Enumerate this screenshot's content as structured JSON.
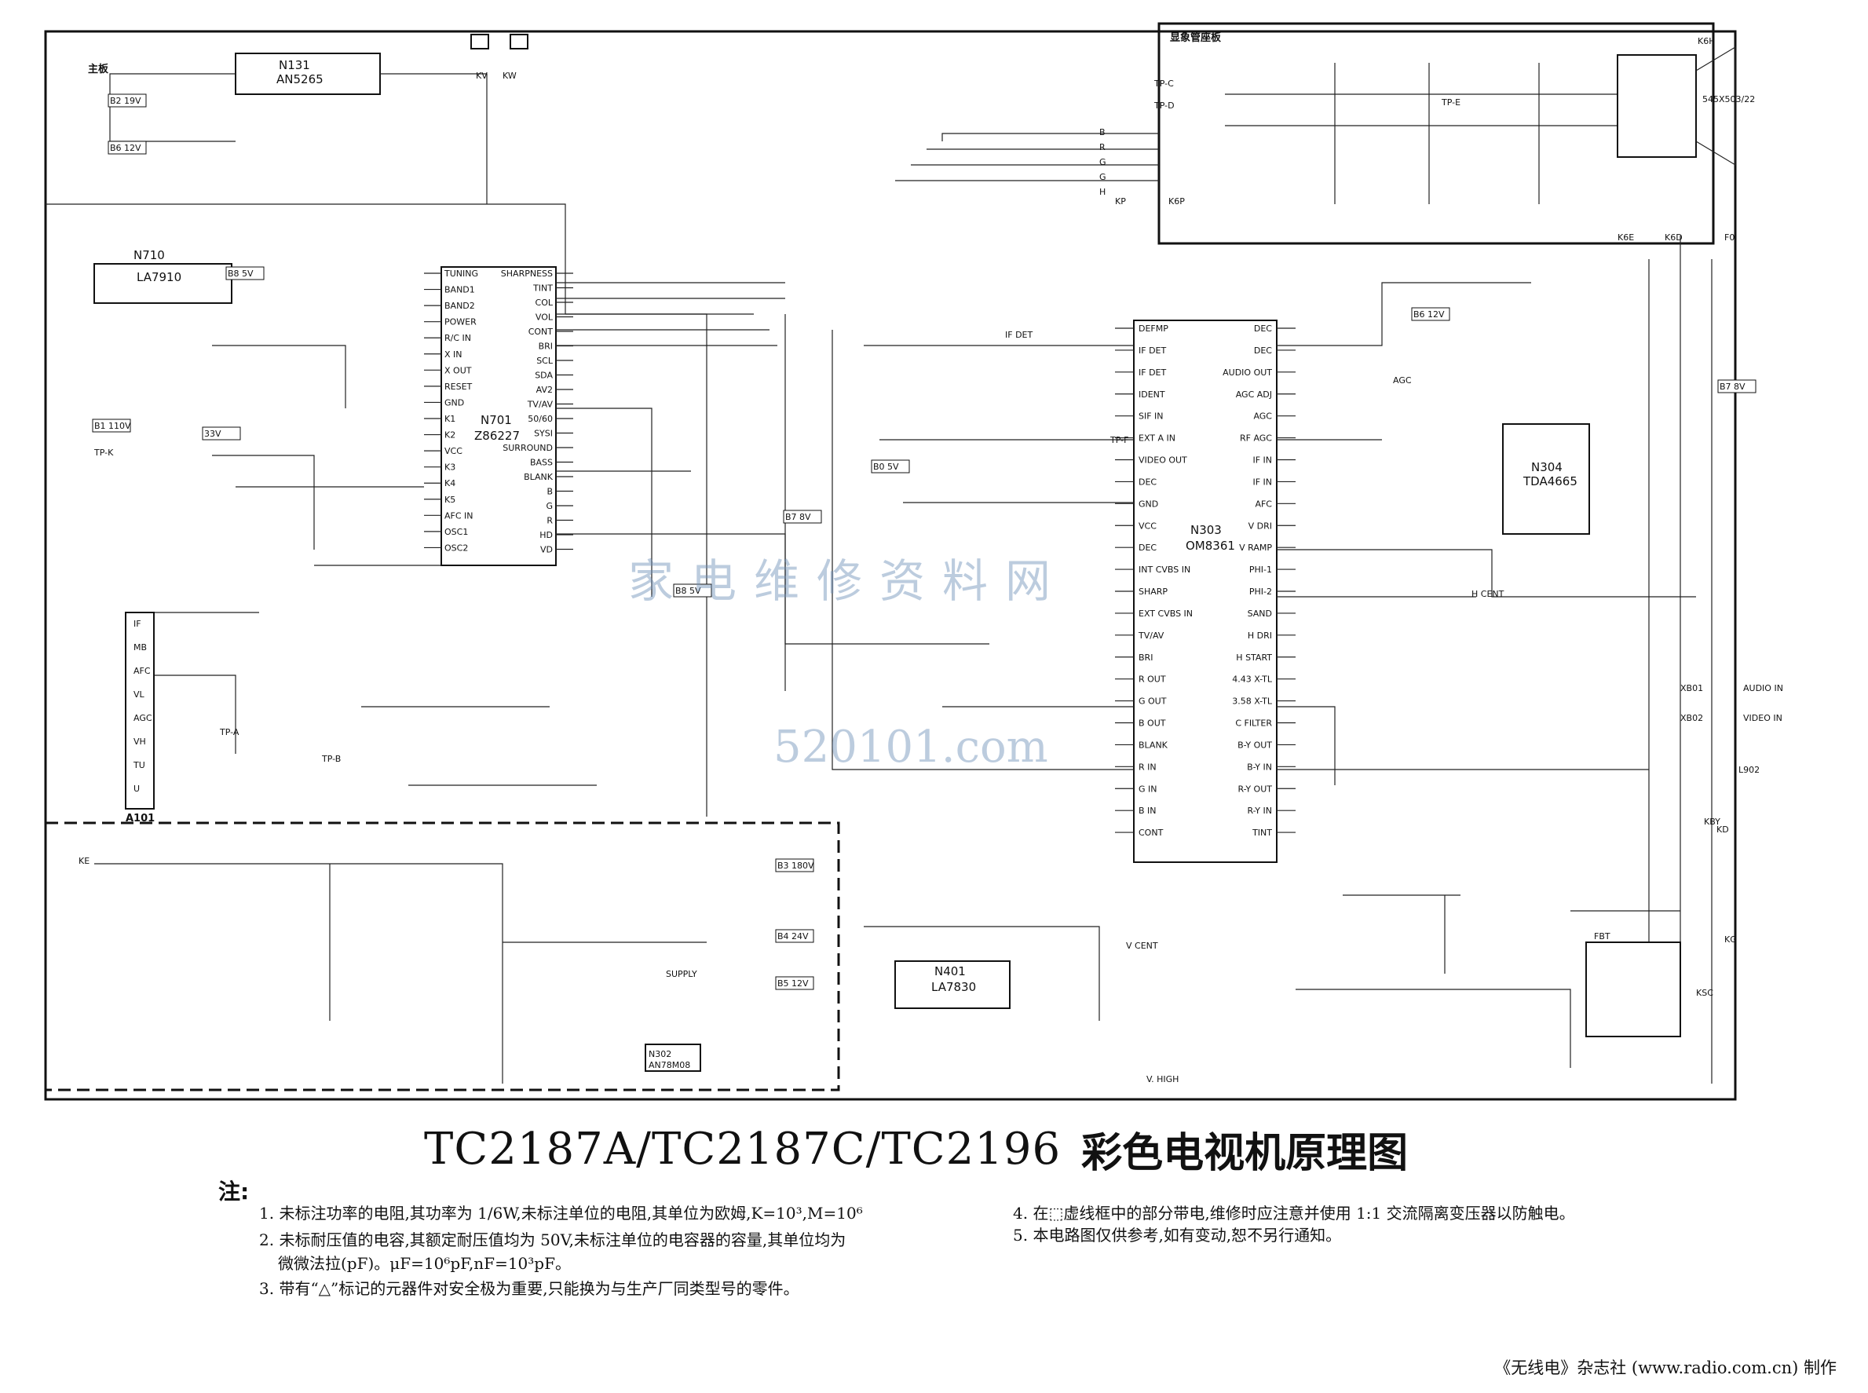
{
  "board_labels": {
    "main_board": "主板",
    "crt_board": "显象管座板"
  },
  "ics": [
    {
      "id": "n131",
      "ref": "N131",
      "part": "AN5265"
    },
    {
      "id": "n710",
      "ref": "N710",
      "part": "LA7910"
    },
    {
      "id": "n701",
      "ref": "N701",
      "part": "Z86227"
    },
    {
      "id": "n303",
      "ref": "N303",
      "part": "OM8361"
    },
    {
      "id": "n304",
      "ref": "N304",
      "part": "TDA4665"
    },
    {
      "id": "n401",
      "ref": "N401",
      "part": "LA7830"
    },
    {
      "id": "n302",
      "ref": "N302",
      "part": "AN78M08"
    }
  ],
  "n701_pins_left": [
    "TUNING",
    "BAND1",
    "BAND2",
    "POWER",
    "R/C IN",
    "X IN",
    "X OUT",
    "RESET",
    "GND",
    "K1",
    "K2",
    "VCC",
    "K3",
    "K4",
    "K5",
    "AFC IN",
    "OSC1",
    "OSC2"
  ],
  "n701_pins_right": [
    "SHARPNESS",
    "TINT",
    "COL",
    "VOL",
    "CONT",
    "BRI",
    "SCL",
    "SDA",
    "AV2",
    "TV/AV",
    "50/60",
    "SYSI",
    "SURROUND",
    "BASS",
    "BLANK",
    "B",
    "G",
    "R",
    "HD",
    "VD"
  ],
  "n303_pins_left": [
    "DEFMP",
    "IF DET",
    "IF DET",
    "IDENT",
    "SIF IN",
    "EXT A IN",
    "VIDEO OUT",
    "DEC",
    "GND",
    "VCC",
    "DEC",
    "INT CVBS IN",
    "SHARP",
    "EXT CVBS IN",
    "TV/AV",
    "BRI",
    "R OUT",
    "G OUT",
    "B OUT",
    "BLANK",
    "R IN",
    "G IN",
    "B IN",
    "CONT"
  ],
  "n303_pins_right": [
    "DEC",
    "DEC",
    "AUDIO OUT",
    "AGC ADJ",
    "AGC",
    "RF AGC",
    "IF IN",
    "IF IN",
    "AFC",
    "V DRI",
    "V RAMP",
    "PHI-1",
    "PHI-2",
    "SAND",
    "H DRI",
    "H START",
    "4.43 X-TL",
    "3.58 X-TL",
    "C FILTER",
    "B-Y OUT",
    "B-Y IN",
    "R-Y OUT",
    "R-Y IN",
    "TINT"
  ],
  "voltage_tags": [
    "B2 19V",
    "B6 12V",
    "B1 110V",
    "B3 180V",
    "B4 24V",
    "B5 12V",
    "B7 8V",
    "B8 5V",
    "B0 5V",
    "33V",
    "B6 12V",
    "B7 8V",
    "B8 5V"
  ],
  "signal_tags": [
    "TP-A",
    "TP-B",
    "TP-C",
    "TP-D",
    "TP-E",
    "TP-F",
    "TP-K",
    "H CENT",
    "V CENT",
    "V. HIGH",
    "AUDIO IN",
    "VIDEO IN",
    "SUPPLY",
    "AGC",
    "IF DET"
  ],
  "crt_label": "545X503/22",
  "connector_rgb": [
    "B",
    "R",
    "G",
    "G",
    "H"
  ],
  "connector_tags": [
    "KV",
    "KW",
    "KP",
    "K6P",
    "K6H",
    "K6D",
    "K6E",
    "F0",
    "XB01",
    "XB02",
    "KD",
    "KG",
    "KSC",
    "KBY",
    "KE",
    "L902"
  ],
  "tuner_pins": [
    "IF",
    "MB",
    "AFC",
    "VL",
    "AGC",
    "VH",
    "TU",
    "U"
  ],
  "tuner_ref": "A101",
  "watermark": {
    "cn": "家电维修资料网",
    "url": "520101.com"
  },
  "title": {
    "model": "TC2187A/TC2187C/TC2196",
    "cn": "彩色电视机原理图"
  },
  "notes_heading": "注:",
  "notes": [
    {
      "num": "1.",
      "text": "未标注功率的电阻,其功率为 1/6W,未标注单位的电阻,其单位为欧姆,K=10³,M=10⁶"
    },
    {
      "num": "2.",
      "text": "未标耐压值的电容,其额定耐压值均为 50V,未标注单位的电容器的容量,其单位均为"
    },
    {
      "num": "",
      "text": "微微法拉(pF)。μF=10⁶pF,nF=10³pF。"
    },
    {
      "num": "3.",
      "text": "带有“△”标记的元器件对安全极为重要,只能换为与生产厂同类型号的零件。"
    },
    {
      "num": "4.",
      "text": "在⬚虚线框中的部分带电,维修时应注意并使用 1:1 交流隔离变压器以防触电。"
    },
    {
      "num": "5.",
      "text": "本电路图仅供参考,如有变动,恕不另行通知。"
    }
  ],
  "credit": "《无线电》杂志社 (www.radio.com.cn) 制作",
  "colors": {
    "ink": "#111111",
    "paper": "#ffffff",
    "watermark": "#6d8fb8"
  }
}
